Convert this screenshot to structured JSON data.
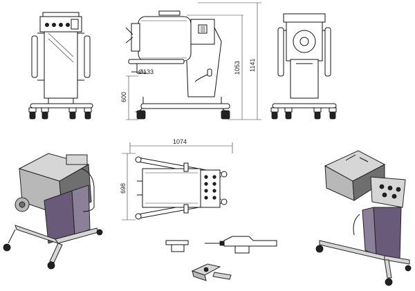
{
  "dimensions": {
    "overall_height": "1141",
    "body_height": "1053",
    "leg_height": "600",
    "inlet_diameter": "Ø133",
    "overall_length": "1074",
    "overall_width": "698"
  }
}
